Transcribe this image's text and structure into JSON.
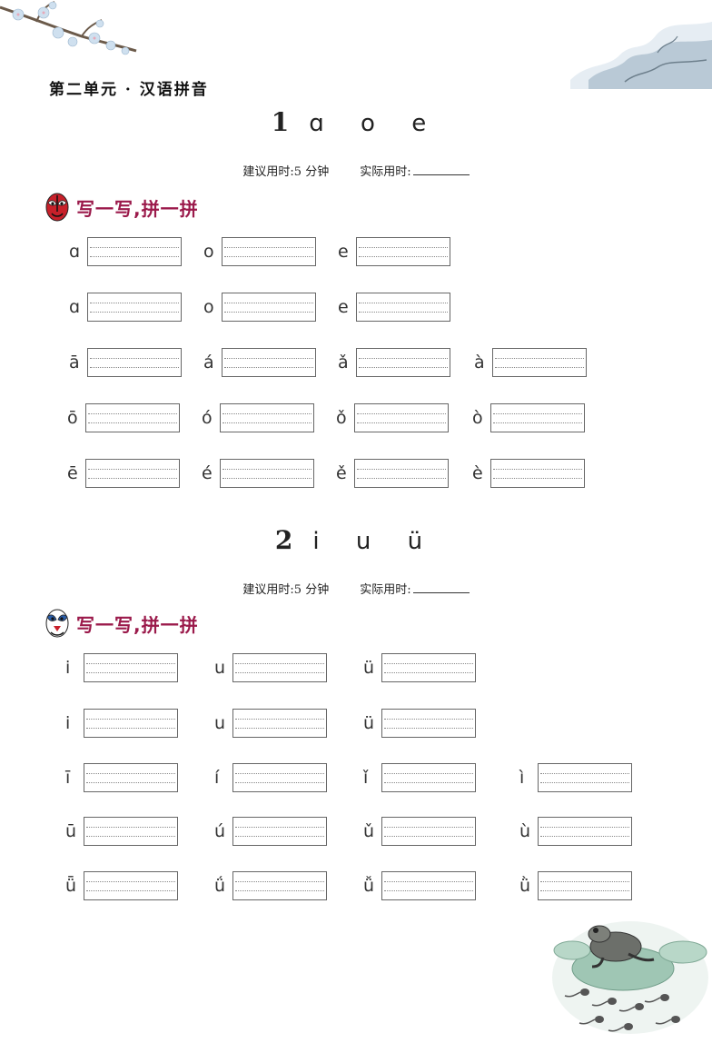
{
  "unit_header": "第二单元 · 汉语拼音",
  "lessons": [
    {
      "number": "1",
      "letters": "ɑ o e",
      "time_suggest": "建议用时:5 分钟",
      "time_actual": "实际用时:",
      "section_label": "写一写,拼一拼",
      "rows": [
        [
          "ɑ",
          "o",
          "e"
        ],
        [
          "ɑ",
          "o",
          "e"
        ],
        [
          "ā",
          "á",
          "ǎ",
          "à"
        ],
        [
          "ō",
          "ó",
          "ǒ",
          "ò"
        ],
        [
          "ē",
          "é",
          "ě",
          "è"
        ]
      ]
    },
    {
      "number": "2",
      "letters": "i u ü",
      "time_suggest": "建议用时:5 分钟",
      "time_actual": "实际用时:",
      "section_label": "写一写,拼一拼",
      "rows": [
        [
          "i",
          "u",
          "ü"
        ],
        [
          "i",
          "u",
          "ü"
        ],
        [
          "ī",
          "í",
          "ǐ",
          "ì"
        ],
        [
          "ū",
          "ú",
          "ǔ",
          "ù"
        ],
        [
          "ǖ",
          "ǘ",
          "ǚ",
          "ǜ"
        ]
      ]
    }
  ],
  "colors": {
    "section_label": "#9b1a4b",
    "opera_mask_red": "#c8202a",
    "opera_mask_blue": "#2a5da8"
  }
}
